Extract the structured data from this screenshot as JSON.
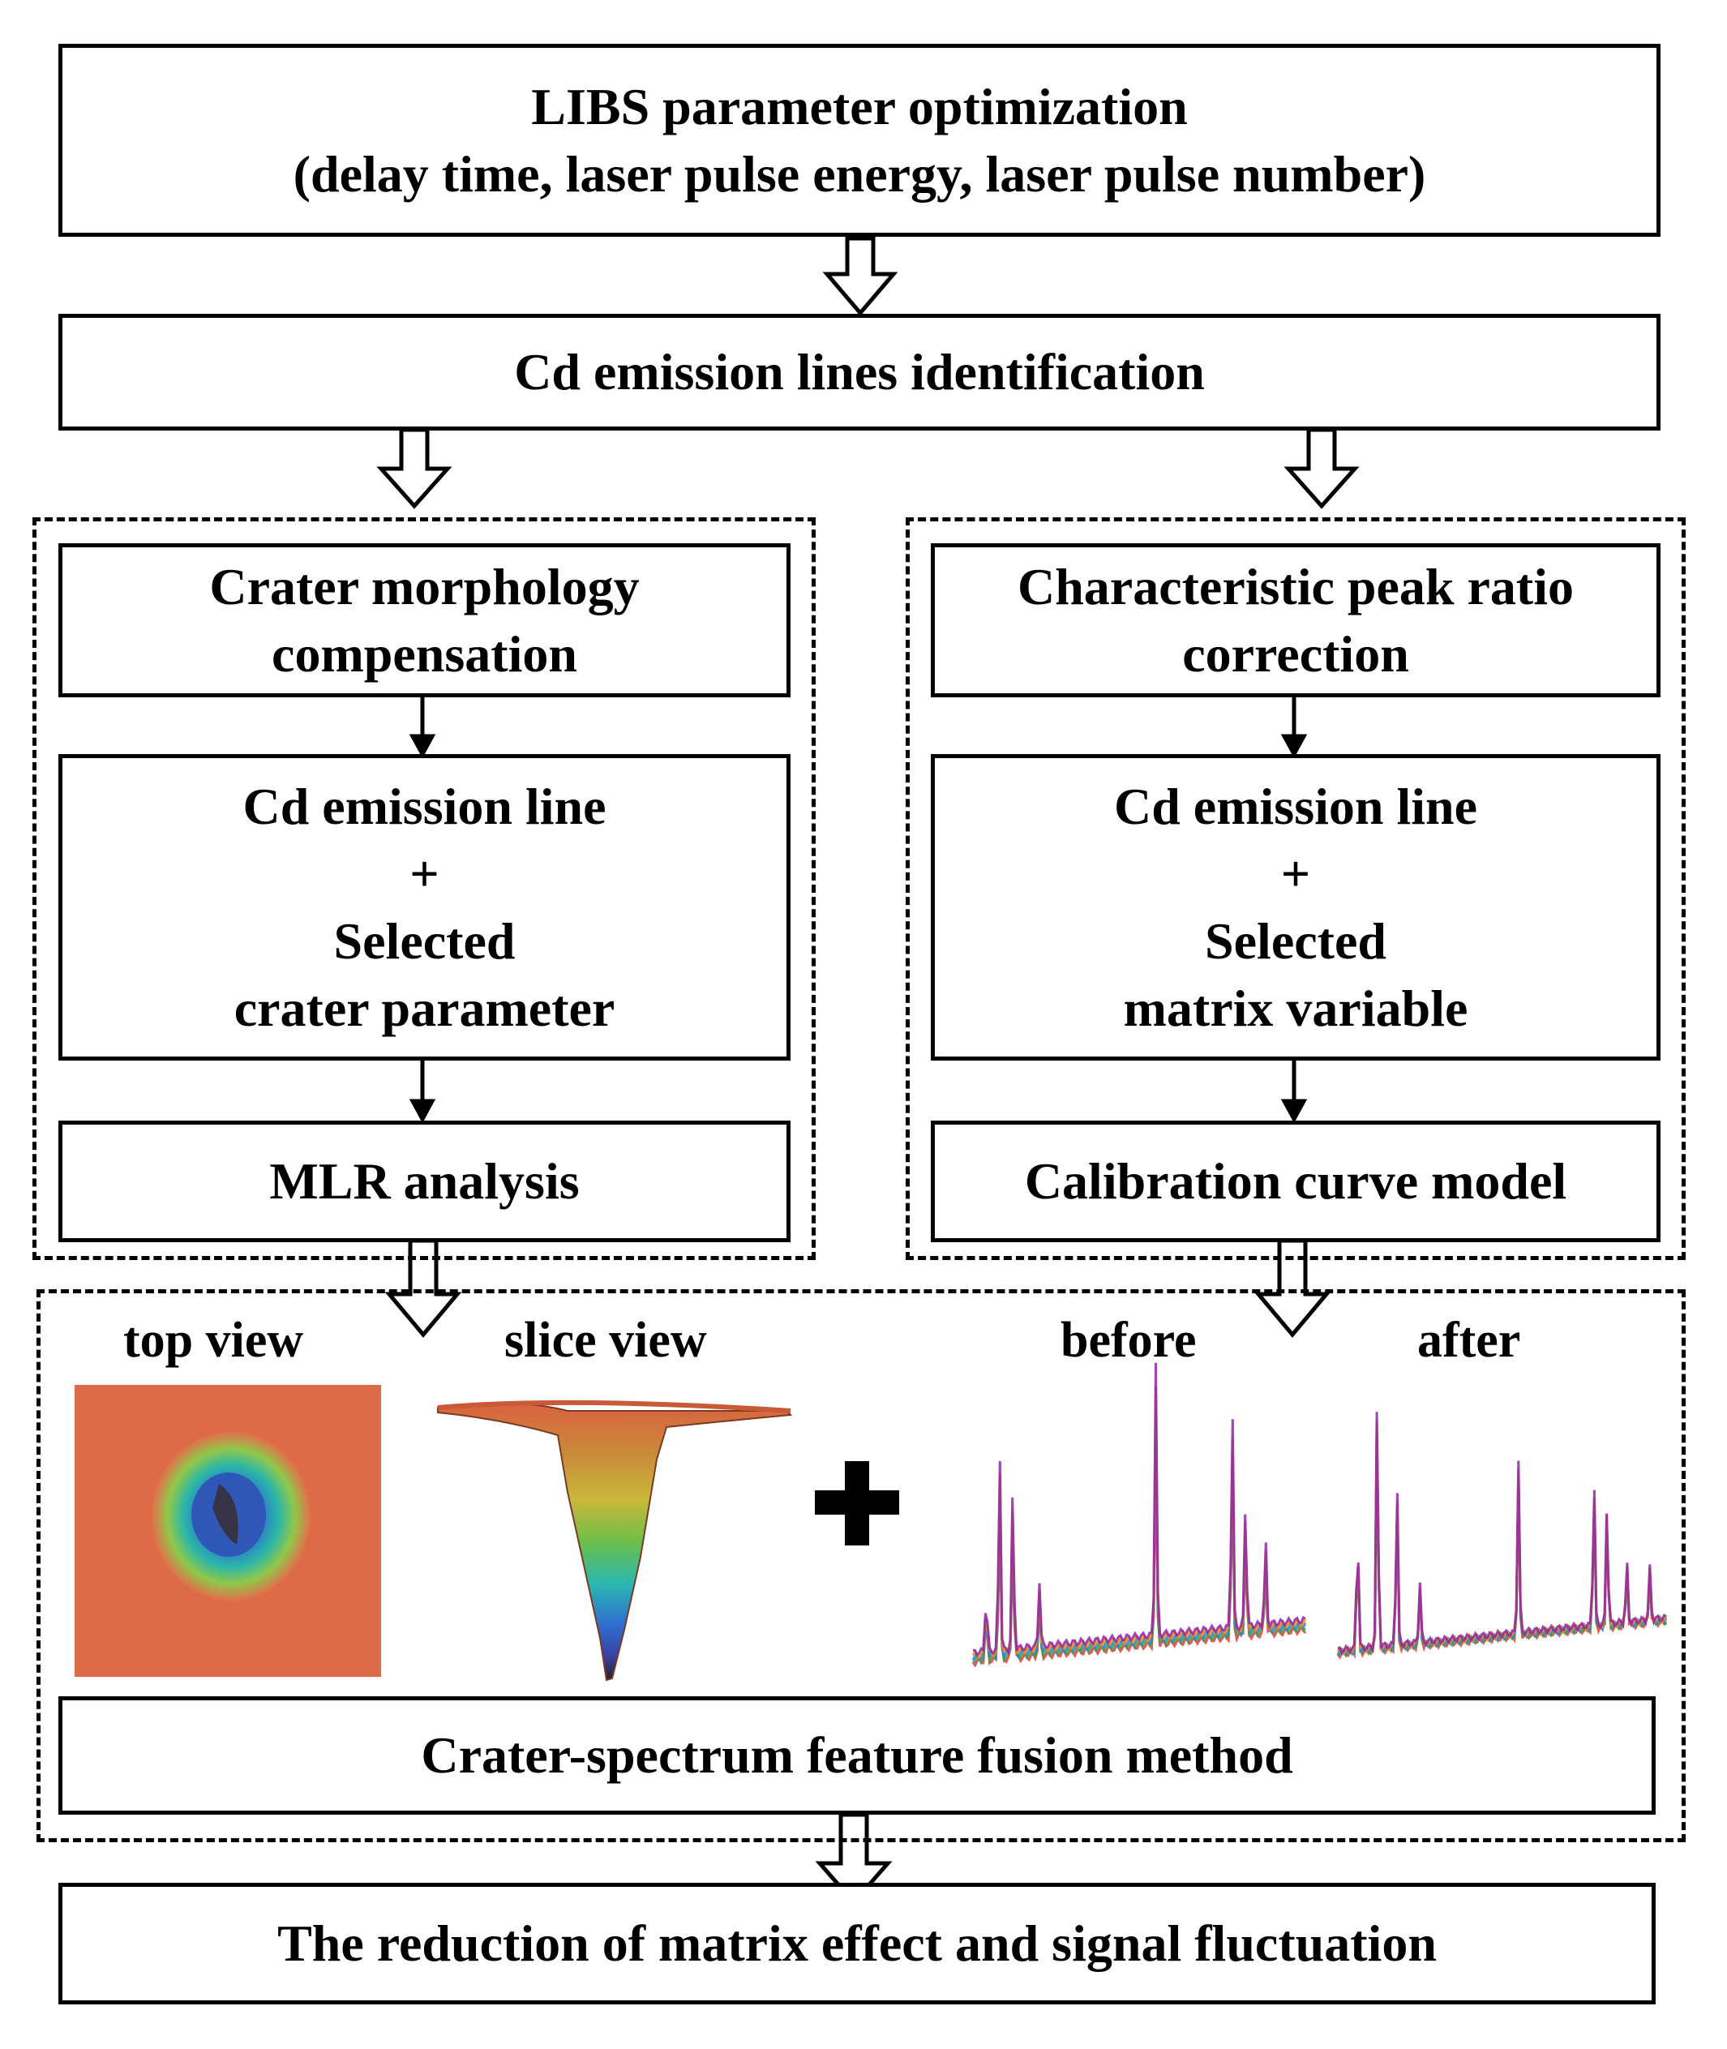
{
  "flow": {
    "step1": {
      "line1": "LIBS parameter optimization",
      "line2": "(delay time, laser pulse energy, laser pulse number)"
    },
    "step2": "Cd emission lines identification",
    "left_branch": {
      "box1": {
        "line1": "Crater morphology",
        "line2": "compensation"
      },
      "box2": {
        "line1": "Cd emission line",
        "plus": "+",
        "line3": "Selected",
        "line4": "crater parameter"
      },
      "box3": "MLR analysis"
    },
    "right_branch": {
      "box1": {
        "line1": "Characteristic peak ratio",
        "line2": "correction"
      },
      "box2": {
        "line1": "Cd emission line",
        "plus": "+",
        "line3": "Selected",
        "line4": "matrix variable"
      },
      "box3": "Calibration curve model"
    },
    "fusion": {
      "labels": {
        "top_view": "top view",
        "slice_view": "slice view",
        "before": "before",
        "after": "after"
      },
      "method": "Crater-spectrum feature fusion method"
    },
    "result": "The reduction of matrix effect and signal fluctuation"
  },
  "colors": {
    "crater_background": "#e2704a",
    "spectrum_colors": [
      "#e53935",
      "#43a047",
      "#1e88e5",
      "#fb8c00",
      "#8e24aa"
    ]
  }
}
